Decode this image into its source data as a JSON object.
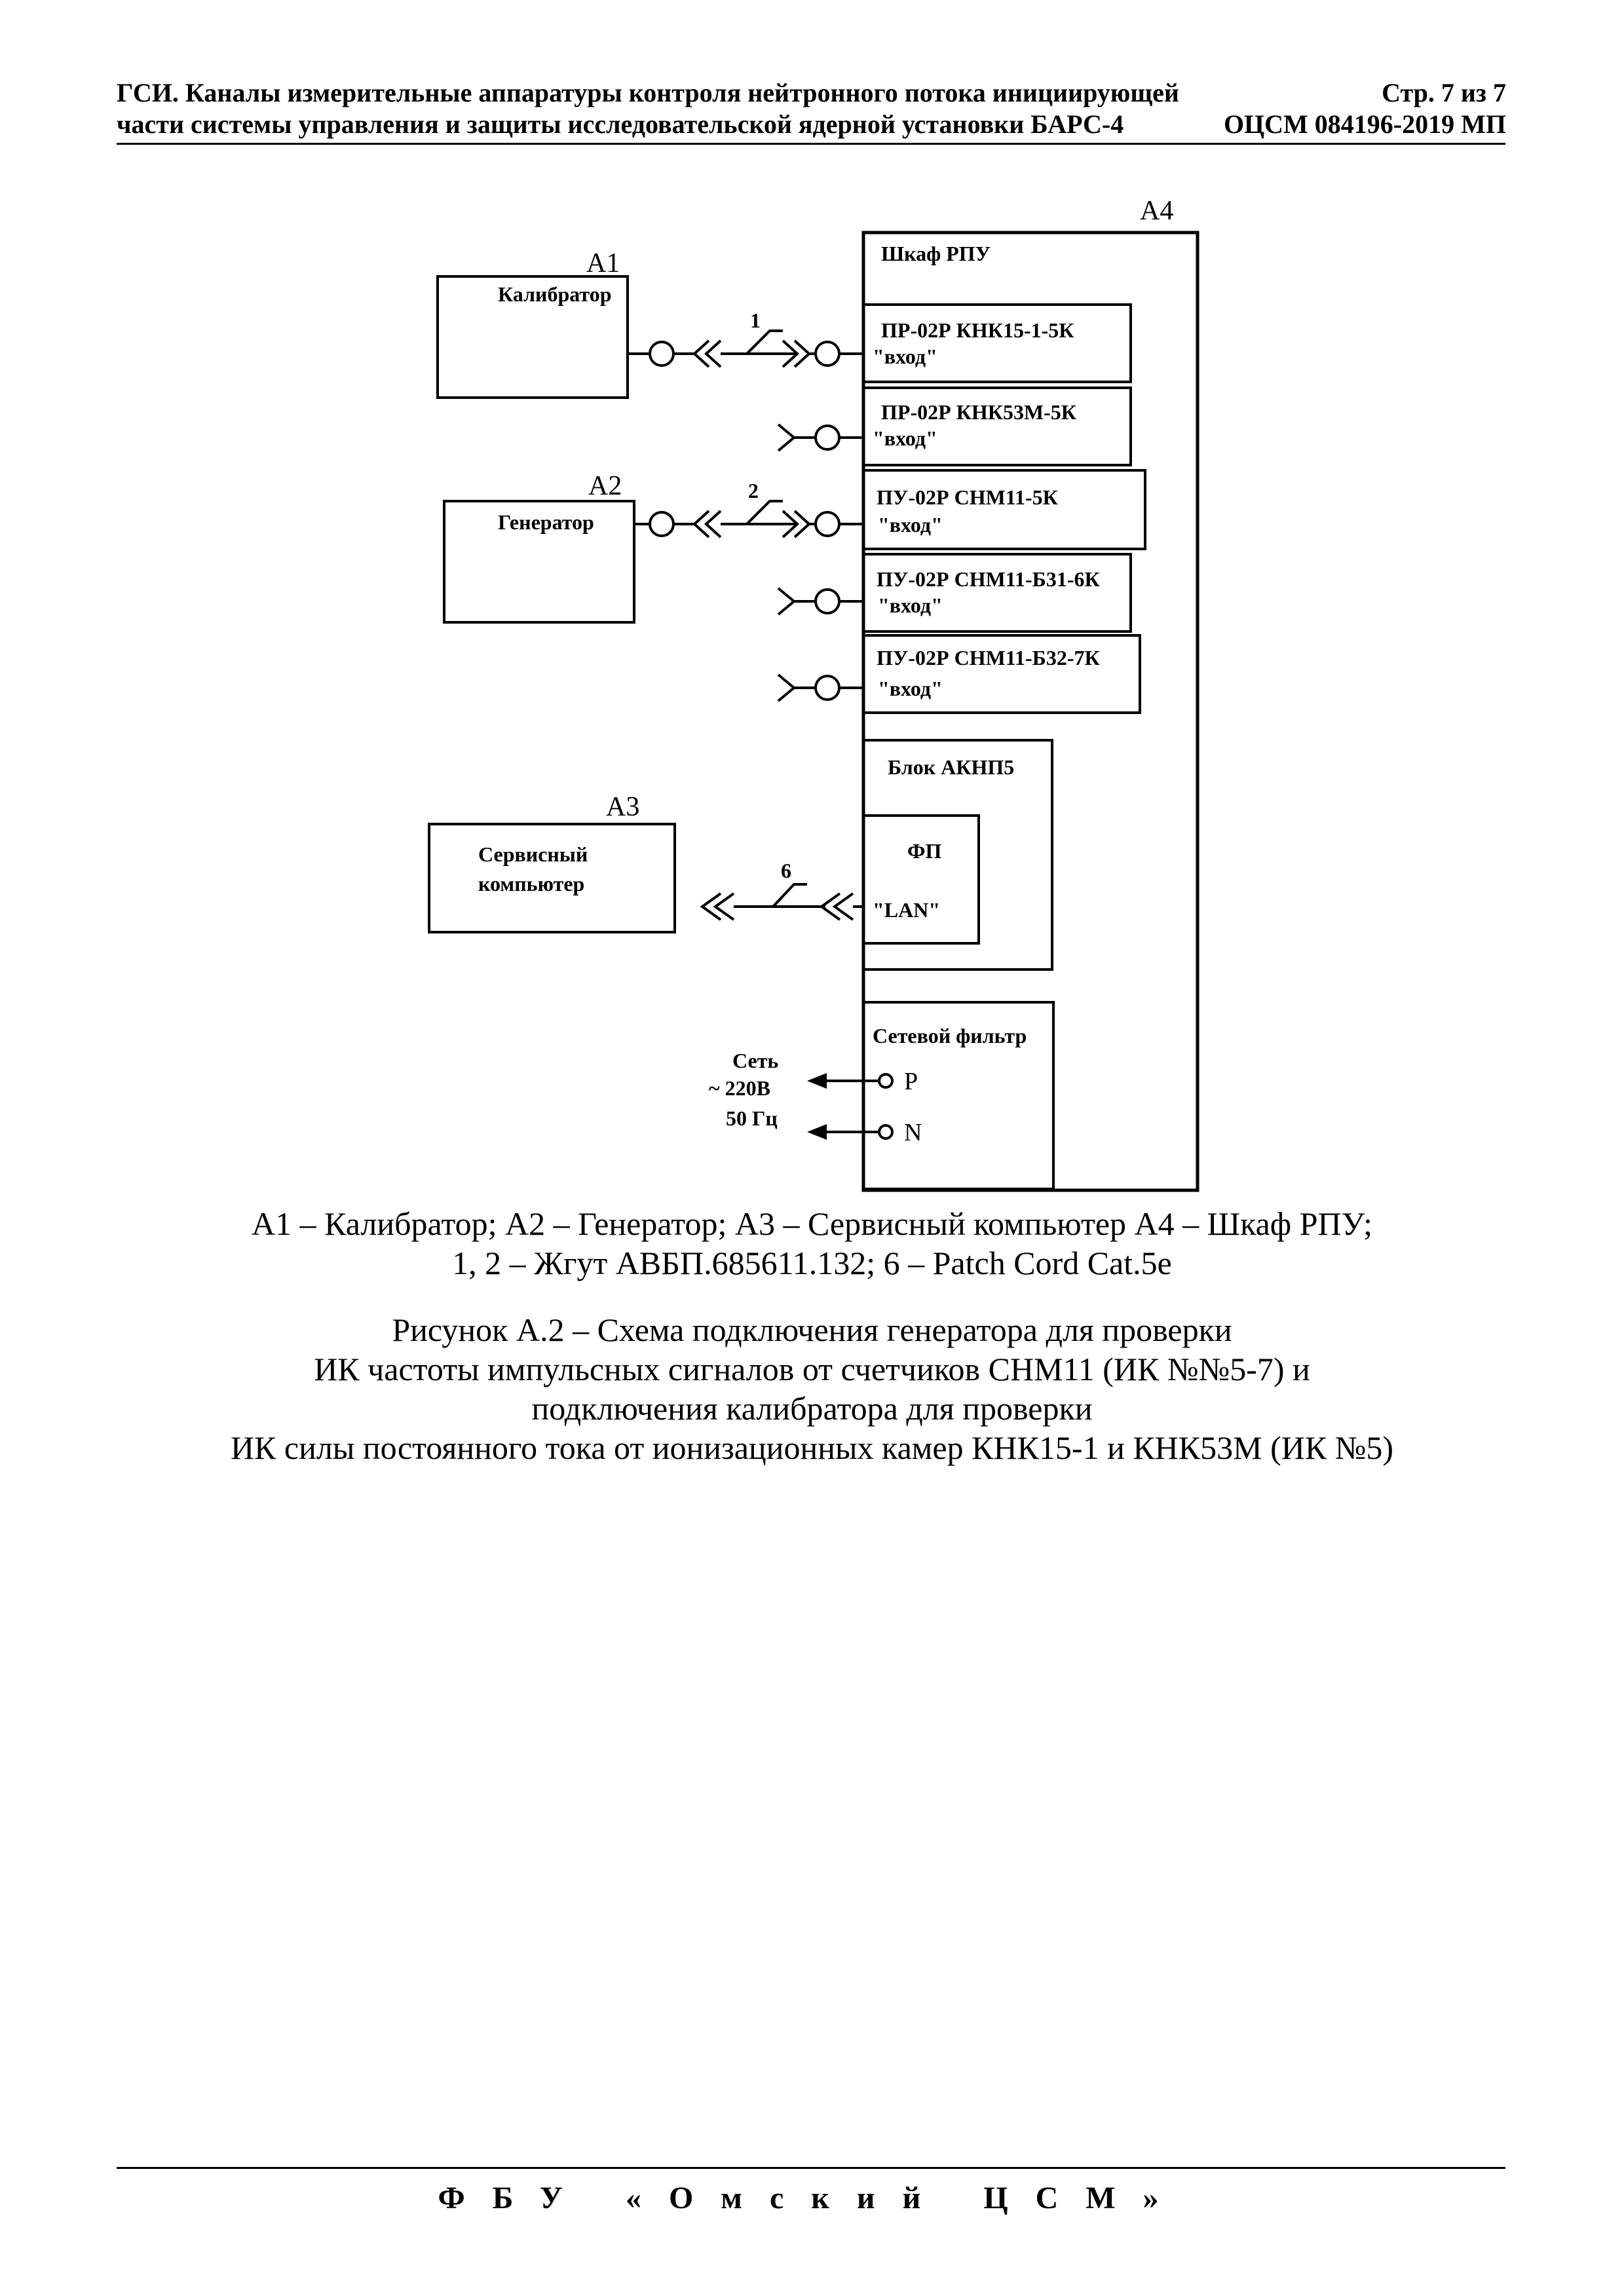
{
  "header": {
    "title_line1": "ГСИ. Каналы измерительные аппаратуры контроля нейтронного потока инициирующей",
    "title_line2": "части системы управления и защиты исследовательской ядерной установки БАРС-4",
    "page": "Стр. 7 из 7",
    "doc_number": "ОЦСМ 084196-2019 МП"
  },
  "diagram": {
    "a1": {
      "tag": "А1",
      "label": "Калибратор"
    },
    "a2": {
      "tag": "А2",
      "label": "Генератор"
    },
    "a3": {
      "tag": "А3",
      "label_line1": "Сервисный",
      "label_line2": "компьютер"
    },
    "a4": {
      "tag": "А4",
      "label": "Шкаф РПУ"
    },
    "modules": [
      {
        "name": "ПР-02Р КНК15-1-5К",
        "port": "\"вход\""
      },
      {
        "name": "ПР-02Р КНК53М-5К",
        "port": "\"вход\""
      },
      {
        "name": "ПУ-02Р СНМ11-5К",
        "port": "\"вход\""
      },
      {
        "name": "ПУ-02Р СНМ11-Б31-6К",
        "port": "\"вход\""
      },
      {
        "name": "ПУ-02Р СНМ11-Б32-7К",
        "port": "\"вход\""
      }
    ],
    "akhp": {
      "label": "Блок АКНП5",
      "fp_label": "ФП",
      "lan_label": "\"LAN\""
    },
    "filter": {
      "label": "Сетевой фильтр",
      "p": "P",
      "n": "N"
    },
    "mains": {
      "line1": "Сеть",
      "line2": "~ 220В",
      "line3": "50 Гц"
    },
    "cables": {
      "c1": "1",
      "c2": "2",
      "c6": "6"
    }
  },
  "legend": {
    "line1": "А1 – Калибратор; А2 – Генератор; А3 – Сервисный компьютер А4 – Шкаф РПУ;",
    "line2": "1, 2 – Жгут АВБП.685611.132; 6 – Patch Cord Cat.5e"
  },
  "figure_caption": {
    "line1": "Рисунок А.2 – Схема подключения генератора для проверки",
    "line2": "ИК частоты импульсных сигналов от счетчиков СНМ11 (ИК №№5-7) и",
    "line3": "подключения калибратора для проверки",
    "line4": "ИК силы постоянного тока от ионизационных камер КНК15-1 и КНК53М (ИК №5)"
  },
  "footer": "ФБУ «Омский ЦСМ»"
}
